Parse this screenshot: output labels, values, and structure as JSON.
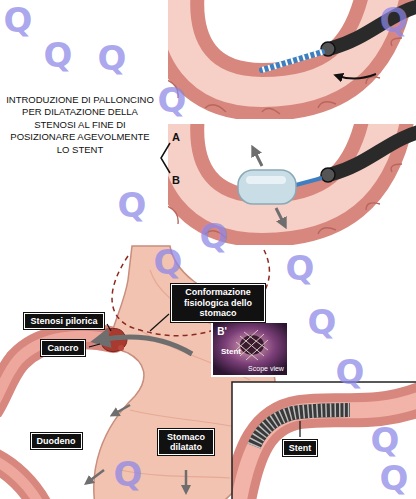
{
  "diagram": {
    "nodes": [
      {
        "text": [
          "Conformazione fisiologica dello stomaco"
        ]
      },
      {
        "text": [
          "Stenosi pilorica"
        ]
      },
      {
        "text": [
          "Cancro"
        ]
      },
      {
        "text": [
          "Duodeno"
        ]
      },
      {
        "text": [
          "Stomaco dilatato"
        ]
      },
      {
        "text": [
          "Stent"
        ]
      }
    ],
    "labels": [
      "INTRODUZIONE DI PALLONCINO PER DILATAZIONE DELLA STENOSI AL FINE DI POSIZIONARE AGEVOLMENTE LO STENT",
      "A",
      "B",
      "B'",
      "Stent",
      "Scope view",
      "Q",
      "Q",
      "Q",
      "Q",
      "Q",
      "Q",
      "Q",
      "Q",
      "Q",
      "Q",
      "Q",
      "Q",
      "Q",
      "Q"
    ]
  }
}
